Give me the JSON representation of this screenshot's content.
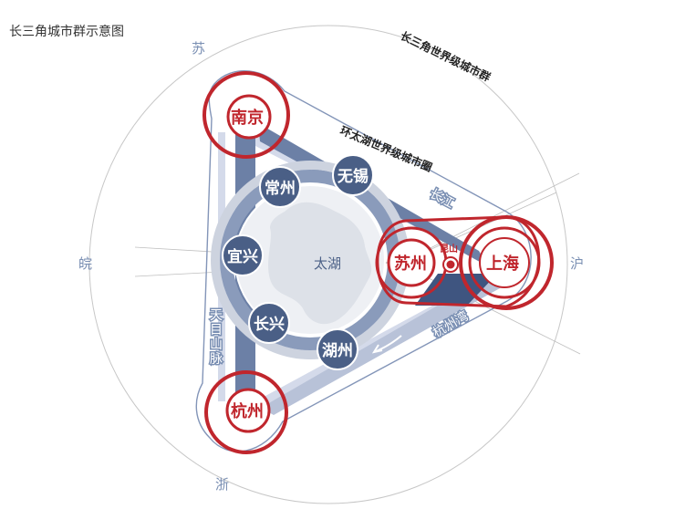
{
  "title": "长三角城市群示意图",
  "rings": {
    "outer": "长三角世界级城市群",
    "inner": "环太湖世界级城市圈"
  },
  "provinces": {
    "jiangsu": "苏",
    "anhui": "皖",
    "shanghai": "沪",
    "zhejiang": "浙"
  },
  "lake": "太湖",
  "corridors": {
    "yangtze": "长江",
    "hangzhou_bay": "杭州湾",
    "tianmu": [
      "天",
      "目",
      "山",
      "脉"
    ]
  },
  "cities": {
    "nanjing": "南京",
    "shanghai": "上海",
    "hangzhou": "杭州",
    "suzhou": "苏州",
    "kunshan": "昆山",
    "changzhou": "常州",
    "wuxi": "无锡",
    "yixing": "宜兴",
    "changxing": "长兴",
    "huzhou": "湖州"
  },
  "colors": {
    "red": "#c0262d",
    "navy": "#4a5f86",
    "navy_light": "#8395b8",
    "ring_gray": "#c9cfdc"
  }
}
